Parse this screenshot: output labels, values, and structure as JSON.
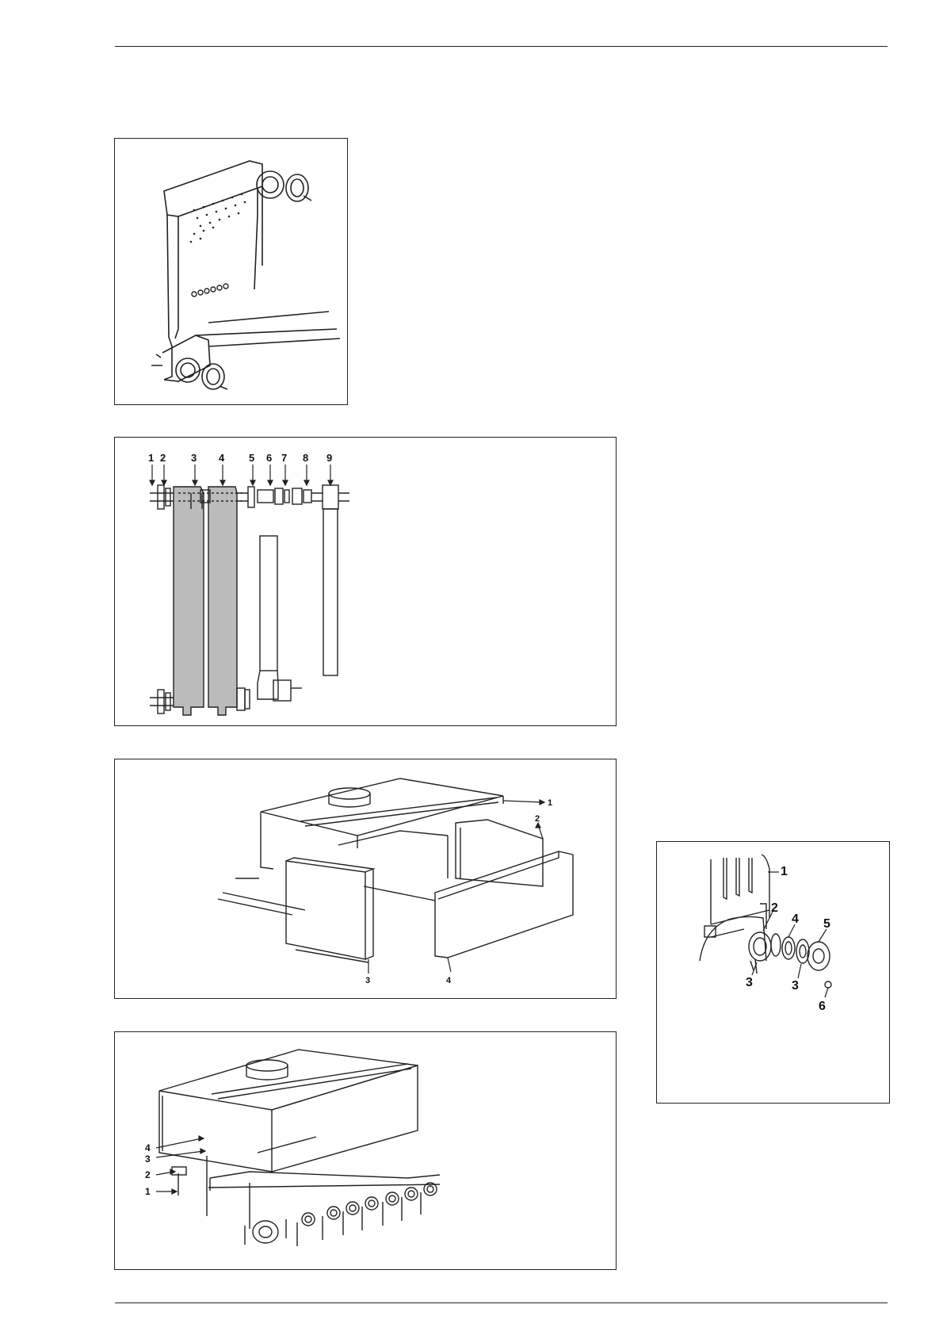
{
  "fig_cast_section": {
    "labels": []
  },
  "fig_section_assembly": {
    "labels": [
      "1",
      "2",
      "3",
      "4",
      "5",
      "6",
      "7",
      "8",
      "9"
    ]
  },
  "fig_casing_exploded": {
    "labels": [
      "1",
      "2",
      "3",
      "4"
    ]
  },
  "fig_casing_assembled": {
    "labels": [
      "4",
      "3",
      "2",
      "1"
    ]
  },
  "fig_flange_detail": {
    "labels": [
      "1",
      "2",
      "4",
      "5",
      "3",
      "3",
      "6"
    ]
  },
  "colors": {
    "line": "#222222",
    "paper": "#ffffff"
  }
}
